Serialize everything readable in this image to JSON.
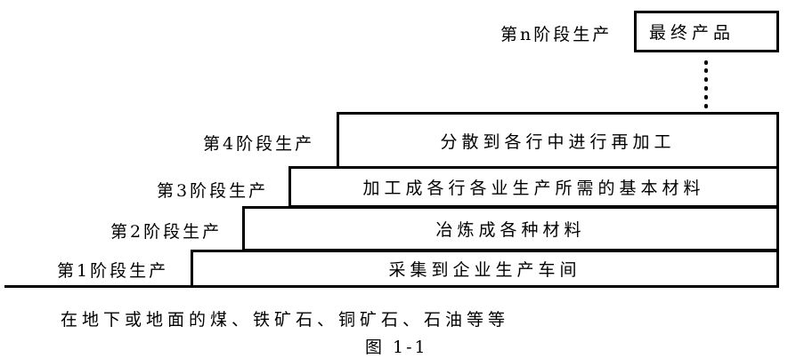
{
  "figure": {
    "stages": [
      {
        "label": "第n阶段生产",
        "content": "最终产品"
      },
      {
        "label": "第4阶段生产",
        "content": "分散到各行中进行再加工"
      },
      {
        "label": "第3阶段生产",
        "content": "加工成各行各业生产所需的基本材料"
      },
      {
        "label": "第2阶段生产",
        "content": "冶炼成各种材料"
      },
      {
        "label": "第1阶段生产",
        "content": "采集到企业生产车间"
      }
    ],
    "base_text": "在地下或地面的煤、铁矿石、铜矿石、石油等等",
    "caption": "图 1-1"
  }
}
